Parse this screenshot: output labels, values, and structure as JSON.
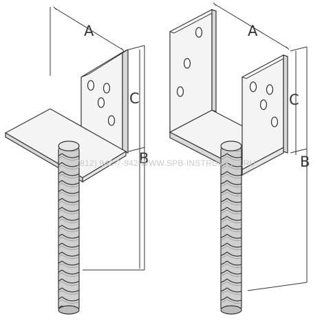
{
  "colors": {
    "line": "#333333",
    "plate": "#f4f4f4",
    "plate_shade": "#d9d9d9",
    "rebar_fill": "#d0d0d0",
    "watermark": "#c9c9c9"
  },
  "labels": {
    "left": {
      "a": "A",
      "b": "B",
      "c": "C"
    },
    "right": {
      "a": "A",
      "b": "B",
      "c": "C"
    }
  },
  "watermark": "(812) 942-7-942   WWW.SPB-INSTRUMENT.RU",
  "icons": [
    "bolt-hole-icon",
    "rebar-rod-icon"
  ]
}
